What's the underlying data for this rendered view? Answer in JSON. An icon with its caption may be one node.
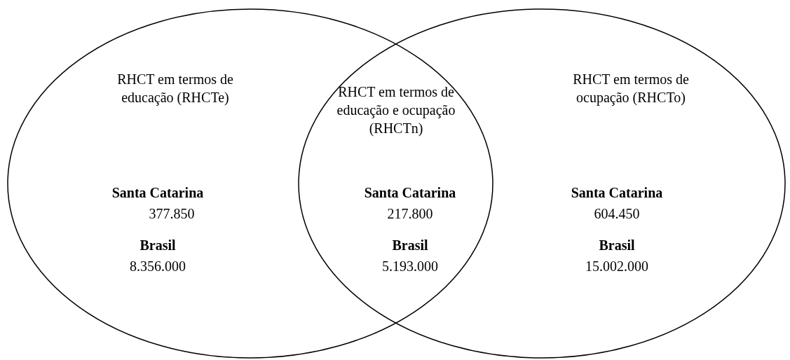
{
  "diagram": {
    "nodes": [
      {
        "text": [
          "RHCT em termos de educação (RHCTe)",
          "Santa Catarina",
          "377.850",
          "Brasil",
          "8.356.000"
        ]
      },
      {
        "text": [
          "RHCT em termos de ocupação (RHCTo)",
          "Santa Catarina",
          "604.450",
          "Brasil",
          "15.002.000"
        ]
      },
      {
        "text": [
          "RHCT em termos de educação e ocupação (RHCTn)",
          "Santa Catarina",
          "217.800",
          "Brasil",
          "5.193.000"
        ]
      }
    ]
  }
}
